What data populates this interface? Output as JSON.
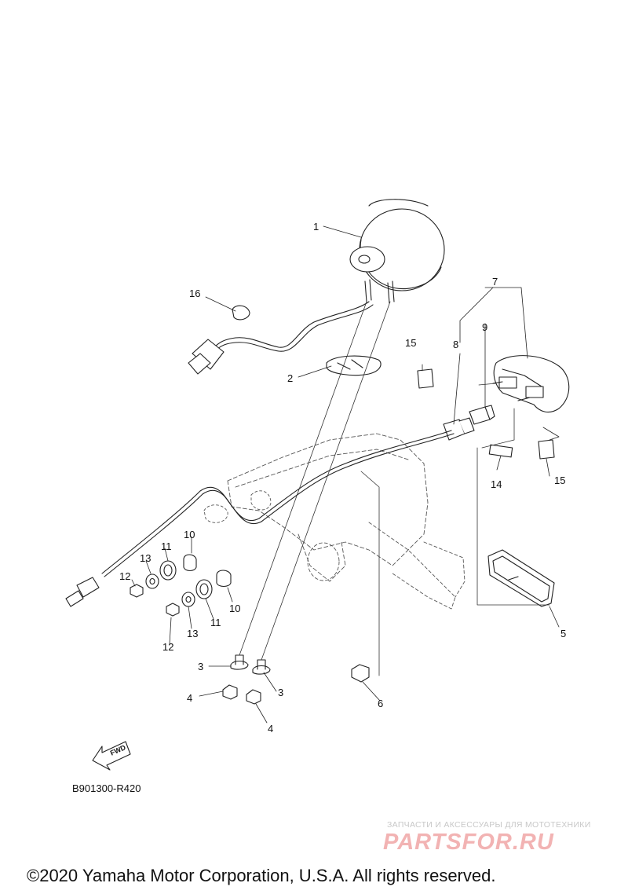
{
  "callouts": [
    {
      "id": "1",
      "label": "1"
    },
    {
      "id": "2",
      "label": "2"
    },
    {
      "id": "3a",
      "label": "3"
    },
    {
      "id": "3b",
      "label": "3"
    },
    {
      "id": "4a",
      "label": "4"
    },
    {
      "id": "4b",
      "label": "4"
    },
    {
      "id": "5",
      "label": "5"
    },
    {
      "id": "6",
      "label": "6"
    },
    {
      "id": "7",
      "label": "7"
    },
    {
      "id": "8",
      "label": "8"
    },
    {
      "id": "9",
      "label": "9"
    },
    {
      "id": "10a",
      "label": "10"
    },
    {
      "id": "10b",
      "label": "10"
    },
    {
      "id": "11a",
      "label": "11"
    },
    {
      "id": "11b",
      "label": "11"
    },
    {
      "id": "12a",
      "label": "12"
    },
    {
      "id": "12b",
      "label": "12"
    },
    {
      "id": "13a",
      "label": "13"
    },
    {
      "id": "13b",
      "label": "13"
    },
    {
      "id": "14",
      "label": "14"
    },
    {
      "id": "15a",
      "label": "15"
    },
    {
      "id": "15b",
      "label": "15"
    },
    {
      "id": "16",
      "label": "16"
    }
  ],
  "fwd_label": "FWD",
  "diagram_code": "B901300-R420",
  "watermark": {
    "tagline": "ЗАПЧАСТИ И АКСЕССУАРЫ ДЛЯ МОТОТЕХНИКИ",
    "logo": "PARTSFOR.RU",
    "logo_color": "#f2b3b3"
  },
  "copyright": "©2020 Yamaha Motor Corporation, U.S.A. All rights reserved."
}
